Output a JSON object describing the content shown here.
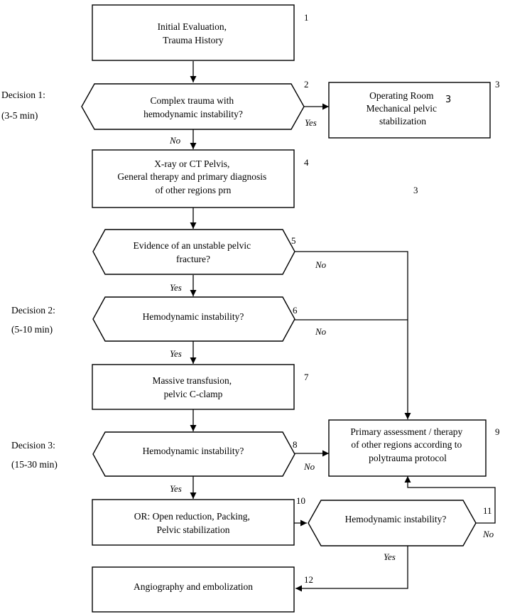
{
  "nodes": {
    "n1": [
      "Initial Evaluation,",
      "Trauma History"
    ],
    "n2": [
      "Complex trauma with",
      "hemodynamic instability?"
    ],
    "n3": [
      "Operating Room",
      "Mechanical pelvic",
      "stabilization"
    ],
    "n4": [
      "X-ray or CT Pelvis,",
      "General therapy and primary diagnosis",
      "of other regions prn"
    ],
    "n5": [
      "Evidence of an unstable pelvic",
      "fracture?"
    ],
    "n6": [
      "Hemodynamic instability?"
    ],
    "n7": [
      "Massive transfusion,",
      "pelvic C-clamp"
    ],
    "n8": [
      "Hemodynamic instability?"
    ],
    "n9": [
      "Primary assessment / therapy",
      "of other regions according to",
      "polytrauma protocol"
    ],
    "n10": [
      "OR: Open reduction, Packing,",
      "Pelvic stabilization"
    ],
    "n11": [
      "Hemodynamic instability?"
    ],
    "n12": [
      "Angiography and embolization"
    ]
  },
  "numbers": {
    "n1": "1",
    "n2": "2",
    "n3": "3",
    "n4": "4",
    "n5": "5",
    "n6": "6",
    "n7": "7",
    "n8": "8",
    "n9": "9",
    "n10": "10",
    "n11": "11",
    "n12": "12",
    "stray": "3",
    "overlay": "3"
  },
  "decisions": {
    "d1_title": "Decision 1:",
    "d1_time": "(3-5 min)",
    "d2_title": "Decision 2:",
    "d2_time": "(5-10 min)",
    "d3_title": "Decision 3:",
    "d3_time": "(15-30 min)"
  },
  "edges": {
    "n2_yes": "Yes",
    "n2_no": "No",
    "n5_no": "No",
    "n5_yes": "Yes",
    "n6_no": "No",
    "n6_yes": "Yes",
    "n8_no": "No",
    "n8_yes": "Yes",
    "n11_no": "No",
    "n11_yes": "Yes"
  }
}
